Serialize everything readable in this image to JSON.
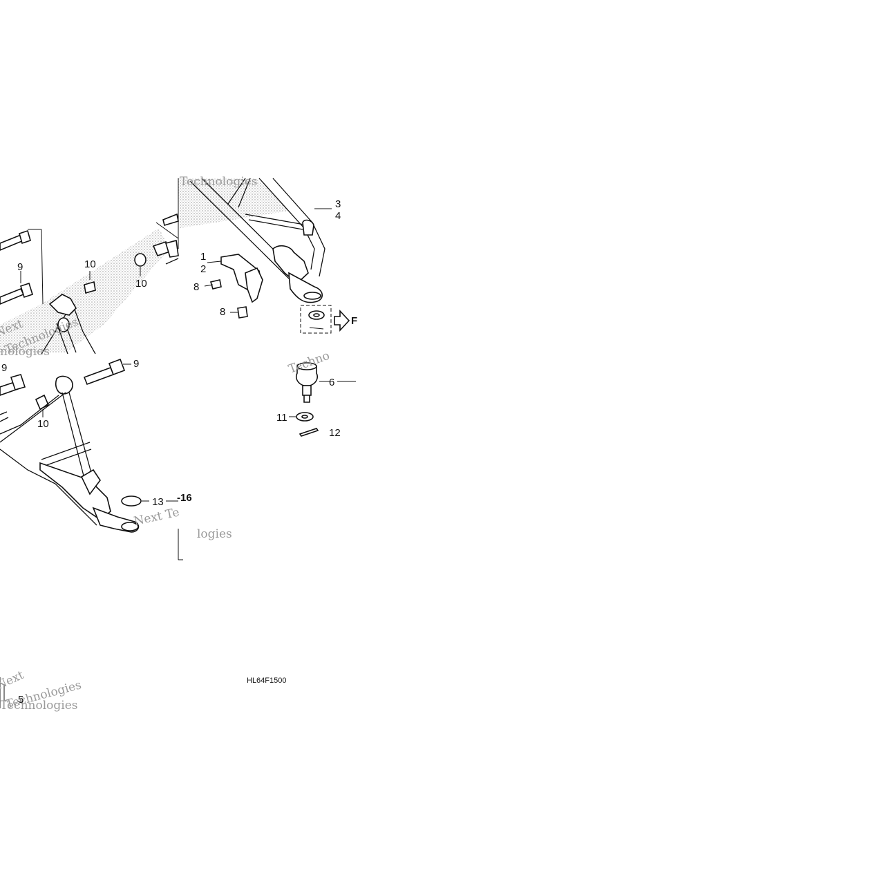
{
  "diagram": {
    "drawing_code": "HL64F1500",
    "reference_label": "-16",
    "forward_label": "F",
    "callouts": {
      "c1": "1",
      "c2": "2",
      "c3": "3",
      "c4": "4",
      "c5": "5",
      "c6": "6",
      "c8a": "8",
      "c8b": "8",
      "c9a": "9",
      "c9b": "9",
      "c9c": "9",
      "c10a": "10",
      "c10b": "10",
      "c10c": "10",
      "c11": "11",
      "c12": "12",
      "c13": "13"
    },
    "watermarks": [
      "Next",
      "Technologies",
      "Techno",
      "Next Te",
      "logies",
      "Technologies",
      "Next",
      "Technologies",
      "Technologies",
      "nologies"
    ]
  }
}
